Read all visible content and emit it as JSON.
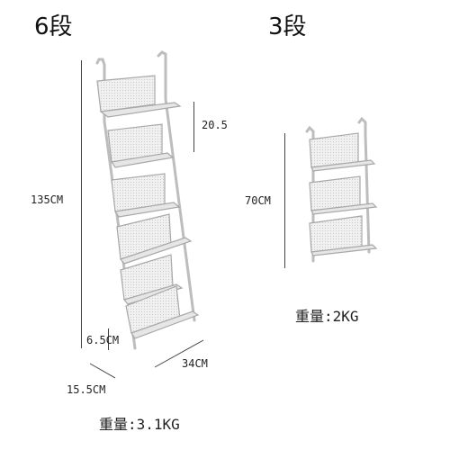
{
  "left": {
    "title": "6段",
    "dim_height": "135CM",
    "dim_spacing": "20.5",
    "dim_bottom": "6.5CM",
    "dim_width": "34CM",
    "dim_depth": "15.5CM",
    "weight": "重量:3.1KG"
  },
  "right": {
    "title": "3段",
    "dim_height": "70CM",
    "weight": "重量:2KG"
  }
}
